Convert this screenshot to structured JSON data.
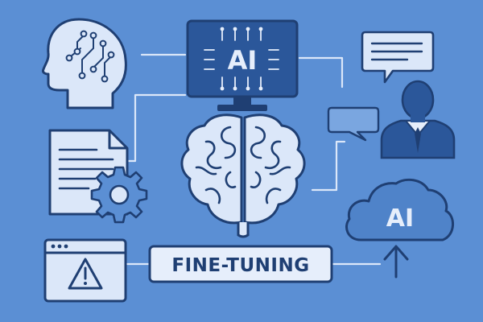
{
  "monitor": {
    "label": "AI"
  },
  "cloud": {
    "label": "AI"
  },
  "banner": {
    "label": "FINE-TUNING"
  },
  "colors": {
    "background": "#5b8fd4",
    "navy": "#1f3f73",
    "panel_fill": "#e6eefb",
    "light_fill": "#dbe7f9",
    "mid_fill": "#7aa6e0",
    "cloud_fill": "#4f83c9",
    "monitor_fill": "#2b579a",
    "connector": "#e6eefb"
  },
  "icons": [
    "head-circuit-icon",
    "ai-monitor-icon",
    "speech-bubble-icon",
    "businessman-icon",
    "small-chat-bubble-icon",
    "document-icon",
    "gear-icon",
    "brain-icon",
    "ai-cloud-icon",
    "browser-warning-icon",
    "warning-icon",
    "up-arrow-icon"
  ]
}
